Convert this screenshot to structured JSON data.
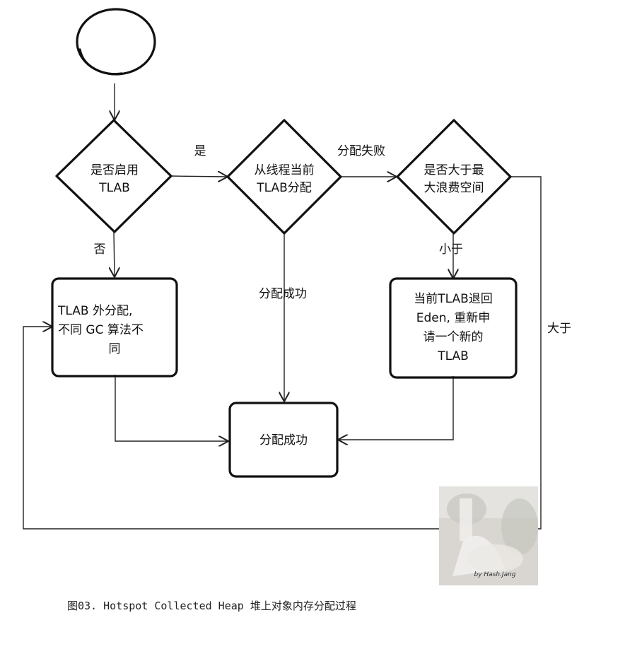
{
  "nodes": {
    "start": {
      "label": ""
    },
    "tlab_enabled": {
      "lines": [
        "是否启用",
        "TLAB"
      ]
    },
    "alloc_from_tlab": {
      "lines": [
        "从线程当前",
        "TLAB分配"
      ]
    },
    "exceeds_max_waste": {
      "lines": [
        "是否大于最",
        "大浪费空间"
      ]
    },
    "outside_tlab": {
      "lines": [
        "TLAB 外分配,",
        "不同 GC 算法不",
        "同"
      ]
    },
    "retire_tlab": {
      "lines": [
        "当前TLAB退回",
        "Eden, 重新申",
        "请一个新的",
        "TLAB"
      ]
    },
    "success": {
      "lines": [
        "分配成功"
      ]
    }
  },
  "edges": {
    "yes": "是",
    "no": "否",
    "alloc_failed": "分配失败",
    "alloc_success": "分配成功",
    "less_than": "小于",
    "greater_than": "大于"
  },
  "watermark": {
    "text": "by Hash.Jang"
  },
  "caption": "图03. Hotspot Collected Heap 堆上对象内存分配过程"
}
